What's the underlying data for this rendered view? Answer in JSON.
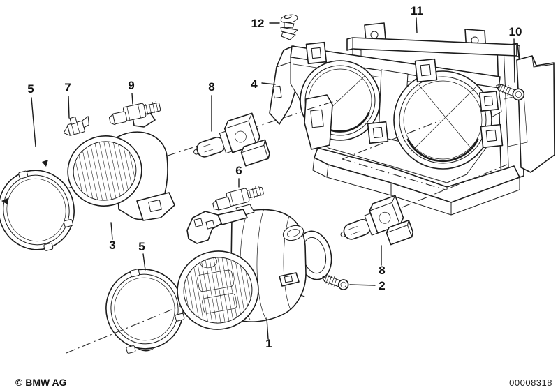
{
  "colors": {
    "ink": "#1c1c1c",
    "paper": "#ffffff"
  },
  "callouts": {
    "c1": {
      "label": "1"
    },
    "c2": {
      "label": "2"
    },
    "c3": {
      "label": "3"
    },
    "c4": {
      "label": "4"
    },
    "c5a": {
      "label": "5"
    },
    "c5b": {
      "label": "5"
    },
    "c6": {
      "label": "6"
    },
    "c7": {
      "label": "7"
    },
    "c8a": {
      "label": "8"
    },
    "c8b": {
      "label": "8"
    },
    "c9": {
      "label": "9"
    },
    "c10": {
      "label": "10"
    },
    "c11": {
      "label": "11"
    },
    "c12": {
      "label": "12"
    }
  },
  "footer": {
    "copyright": "© BMW AG",
    "image_number": "00008318"
  }
}
